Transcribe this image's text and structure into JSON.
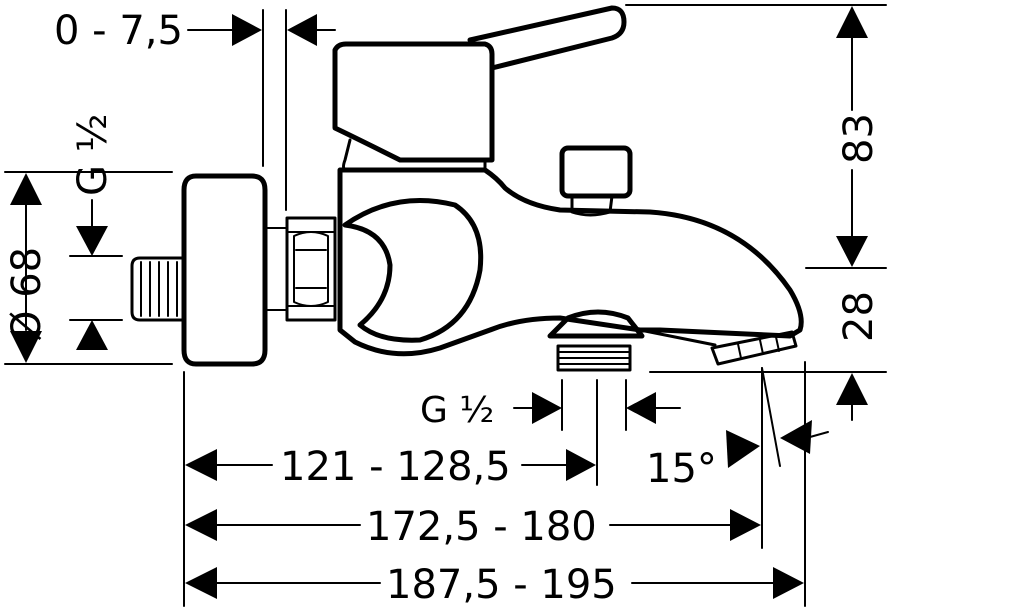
{
  "dimensions": {
    "offset_top": "0 - 7,5",
    "thread_left": "G ½",
    "diameter": "Ø 68",
    "height_83": "83",
    "height_28": "28",
    "thread_bottom": "G ½",
    "angle": "15°",
    "length_1": "121 - 128,5",
    "length_2": "172,5 - 180",
    "length_3": "187,5 - 195"
  }
}
